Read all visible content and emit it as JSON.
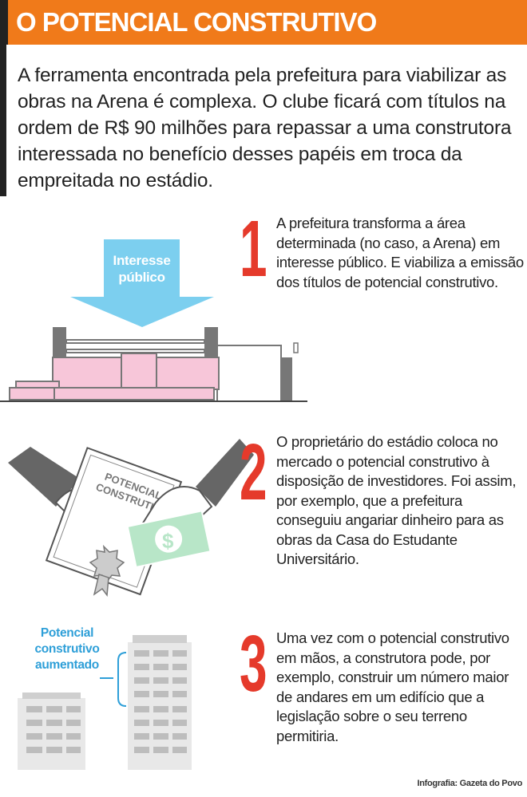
{
  "header": {
    "title": "O POTENCIAL CONSTRUTIVO"
  },
  "intro": "A ferramenta encontrada pela prefeitura para viabilizar as obras na Arena é complexa. O clube ficará com títulos na ordem de R$ 90 milhões para repassar a uma construtora interessada no benefício desses papéis em troca da empreitada no estádio.",
  "steps": [
    {
      "number": "1",
      "text": "A prefeitura transforma a área determinada (no caso, a Arena) em interesse público. E viabiliza a emissão dos títulos de potencial construtivo.",
      "illustration_label": "Interesse público"
    },
    {
      "number": "2",
      "text": "O proprietário do estádio coloca no mercado o potencial construtivo à disposição de investidores. Foi assim, por exemplo, que a prefeitura conseguiu angariar dinheiro para as obras da Casa do Estudante Universitário.",
      "illustration_label": "POTENCIAL CONSTRUTIVO"
    },
    {
      "number": "3",
      "text": "Uma vez com o potencial construtivo em mãos, a construtora pode, por exemplo, construir um número maior de andares em um edifício que a legislação sobre o seu terreno permitiria.",
      "illustration_label": "Potencial construtivo aumentado"
    }
  ],
  "credit": "Infografia: Gazeta do Povo",
  "colors": {
    "orange": "#f07a1a",
    "red_number": "#e53a2b",
    "blue_arrow": "#7ccfef",
    "pink": "#f7c6d9",
    "gray": "#777777"
  }
}
